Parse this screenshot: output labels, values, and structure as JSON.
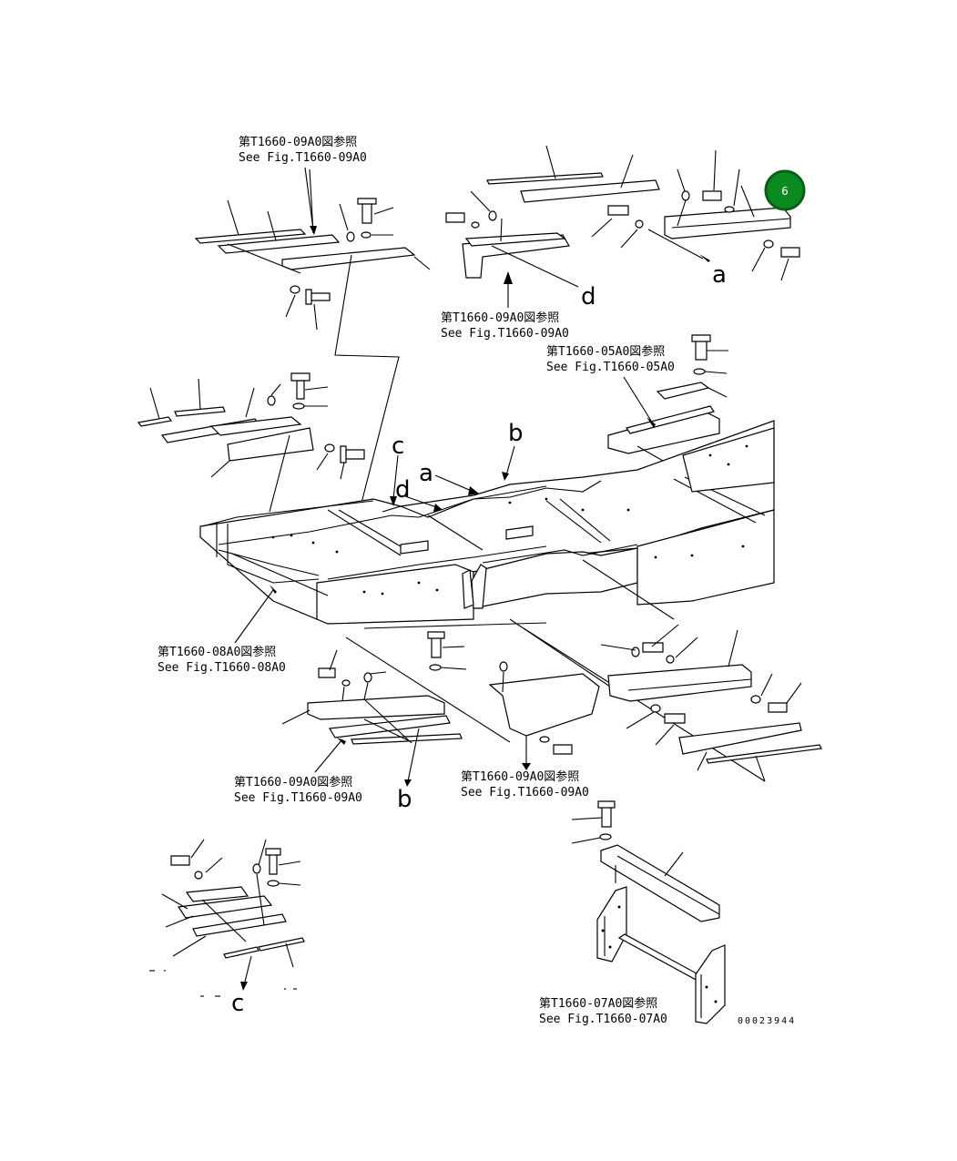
{
  "references": {
    "top_left": {
      "jp": "第T1660-09A0図参照",
      "en": "See Fig.T1660-09A0"
    },
    "top_center": {
      "jp": "第T1660-09A0図参照",
      "en": "See Fig.T1660-09A0"
    },
    "right_upper": {
      "jp": "第T1660-05A0図参照",
      "en": "See Fig.T1660-05A0"
    },
    "left_middle": {
      "jp": "第T1660-08A0図参照",
      "en": "See Fig.T1660-08A0"
    },
    "bottom_left": {
      "jp": "第T1660-09A0図参照",
      "en": "See Fig.T1660-09A0"
    },
    "bottom_center": {
      "jp": "第T1660-09A0図参照",
      "en": "See Fig.T1660-09A0"
    },
    "bottom_right": {
      "jp": "第T1660-07A0図参照",
      "en": "See Fig.T1660-07A0"
    }
  },
  "view_letters": {
    "a_top": "a",
    "d_top": "d",
    "c_mid": "c",
    "d_mid": "d",
    "a_mid": "a",
    "b_mid": "b",
    "b_low": "b",
    "c_low": "c"
  },
  "callout": {
    "number": "6",
    "color": "#0a8a1f",
    "ring": "#0b5e17"
  },
  "doc_number": "00023944"
}
